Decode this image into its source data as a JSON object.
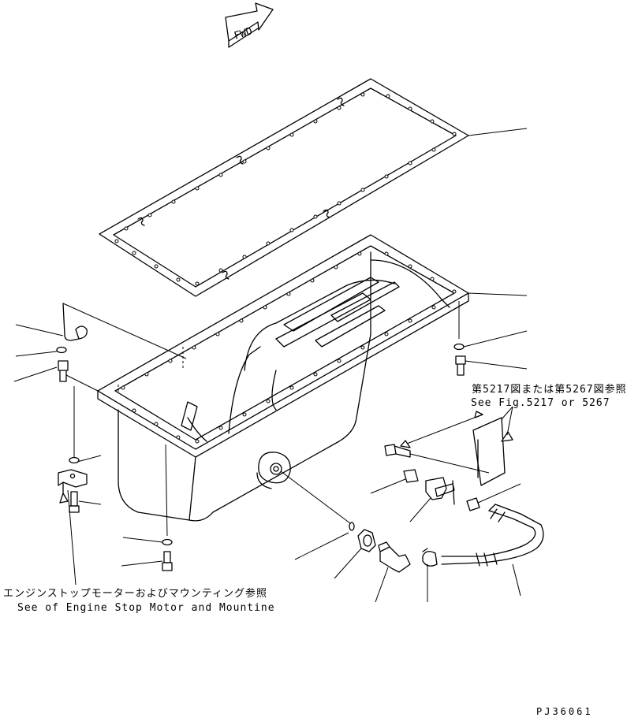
{
  "fwd_arrow": {
    "label": "FWD"
  },
  "notes": {
    "fig_ref_jp": "第5217図または第5267図参照",
    "fig_ref_en": "See Fig.5217 or 5267",
    "stop_motor_jp": "エンジンストップモーターおよびマウンティング参照",
    "stop_motor_en": "See of Engine Stop Motor and Mountine"
  },
  "drawing_code": "PJ36061",
  "icons": [
    "fwd-arrow-icon"
  ]
}
